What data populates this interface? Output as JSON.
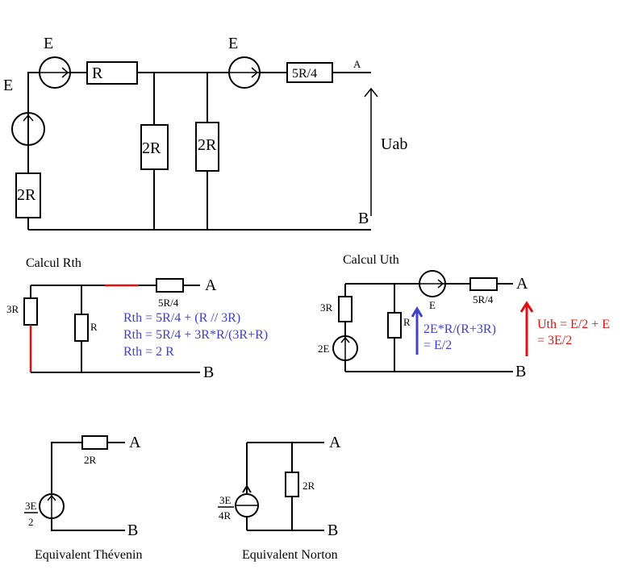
{
  "colors": {
    "blue_note": "#4040c8",
    "red_note": "#e01010",
    "red_wire": "#e01010"
  },
  "circuit": {
    "source_left": "E",
    "source_top1": "E",
    "source_top2": "E",
    "r_top": "R",
    "r_top2": "5R/4",
    "r_left": "2R",
    "r_mid1": "2R",
    "r_mid2": "2R",
    "node_a": "A",
    "node_b": "B",
    "voltage": "Uab"
  },
  "rth": {
    "title": "Calcul Rth",
    "r_left": "3R",
    "r_mid": "R",
    "r_top": "5R/4",
    "node_a": "A",
    "node_b": "B",
    "eq1": "Rth = 5R/4 + (R // 3R)",
    "eq2": "Rth = 5R/4 + 3R*R/(3R+R)",
    "eq3": "Rth = 2 R"
  },
  "uth": {
    "title": "Calcul Uth",
    "r_left": "3R",
    "source_left": "2E",
    "r_mid": "R",
    "source_top": "E",
    "r_top": "5R/4",
    "node_a": "A",
    "node_b": "B",
    "div1": "2E*R/(R+3R)",
    "div2": "= E/2",
    "res1": "Uth = E/2 + E",
    "res2": "= 3E/2"
  },
  "thevenin": {
    "r": "2R",
    "src_num": "3E",
    "src_den": "2",
    "node_a": "A",
    "node_b": "B",
    "caption": "Equivalent Thévenin"
  },
  "norton": {
    "r": "2R",
    "src_num": "3E",
    "src_den": "4R",
    "node_a": "A",
    "node_b": "B",
    "caption": "Equivalent Norton"
  }
}
